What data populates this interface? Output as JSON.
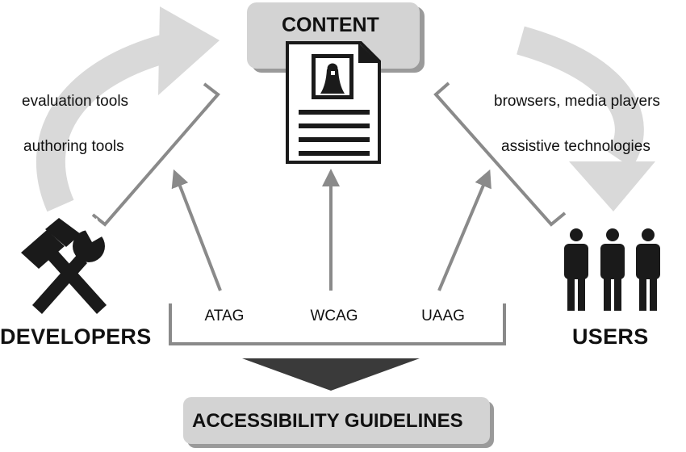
{
  "content": {
    "title": "CONTENT"
  },
  "developers": {
    "title": "DEVELOPERS",
    "tools": [
      "evaluation tools",
      "authoring tools"
    ]
  },
  "users": {
    "title": "USERS",
    "tools": [
      "browsers, media players",
      "assistive technologies"
    ]
  },
  "guidelines": {
    "title": "ACCESSIBILITY GUIDELINES",
    "standards": [
      "ATAG",
      "WCAG",
      "UAAG"
    ]
  },
  "colors": {
    "cycle_arrow": "#d9d9d9",
    "connector": "#8a8a8a",
    "label_box": "#d3d3d3",
    "ink": "#111111"
  },
  "icons": {
    "content": "document-portrait-icon",
    "developers": "hammer-wrench-icon",
    "users": "users-group-icon"
  }
}
